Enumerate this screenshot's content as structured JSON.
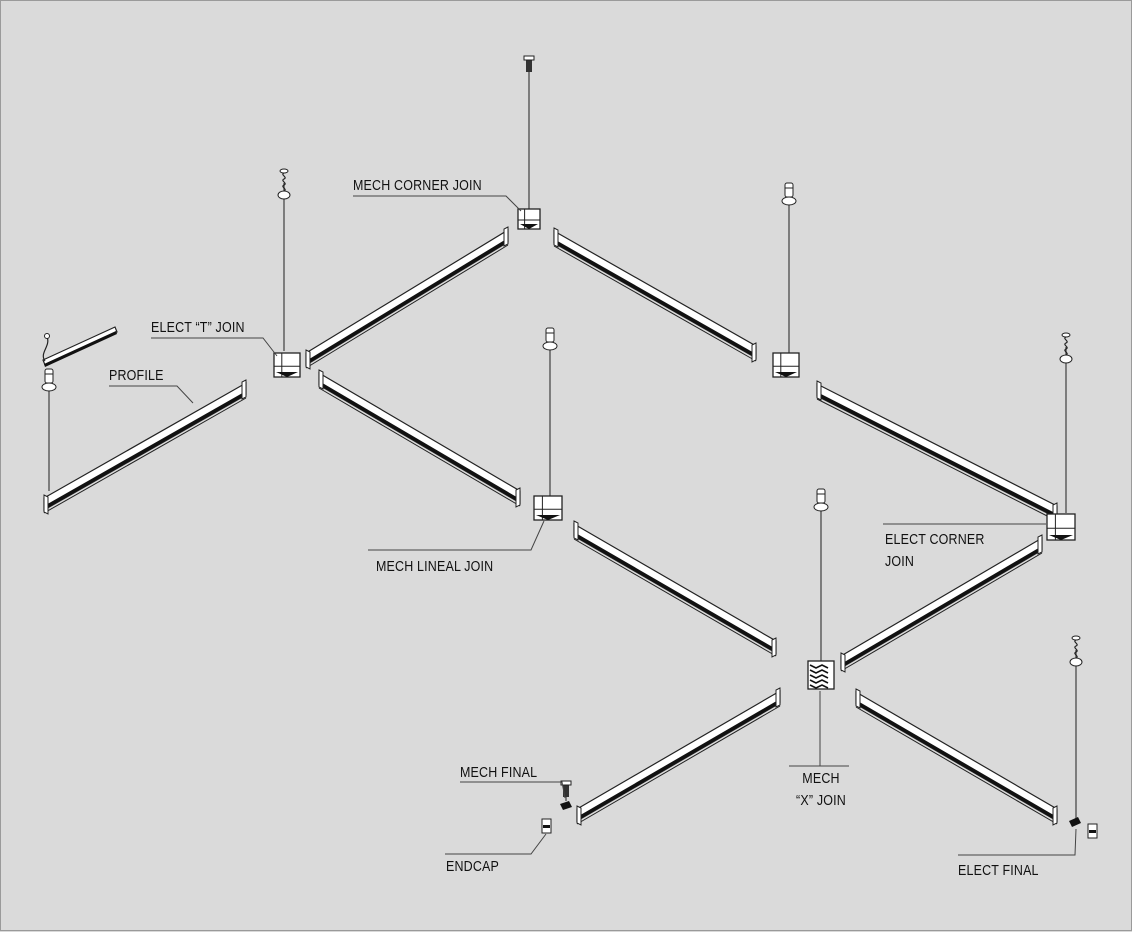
{
  "labels": {
    "mech_corner_join": "MECH CORNER JOIN",
    "elect_t_join": "ELECT “T” JOIN",
    "profile": "PROFILE",
    "mech_lineal_join": "MECH LINEAL JOIN",
    "elect_corner_join_1": "ELECT CORNER",
    "elect_corner_join_2": "JOIN",
    "mech_final": "MECH FINAL",
    "mech_x_join_1": "MECH",
    "mech_x_join_2": "“X” JOIN",
    "endcap": "ENDCAP",
    "elect_final": "ELECT FINAL"
  },
  "colors": {
    "background": "#dadada",
    "profile_face": "#ffffff",
    "profile_slot": "#111111",
    "line": "#222222"
  }
}
